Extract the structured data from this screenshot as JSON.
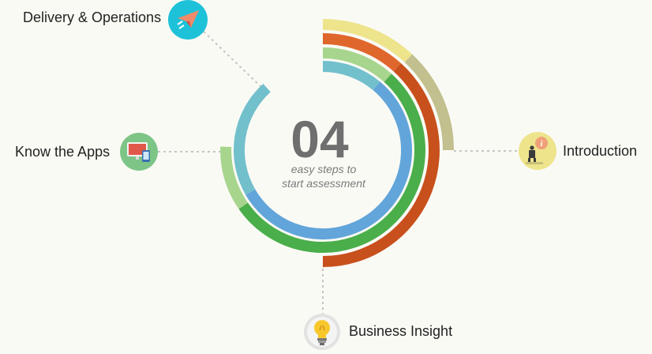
{
  "center": {
    "number": "04",
    "line1": "easy steps to",
    "line2": "start assessment"
  },
  "steps": [
    {
      "label": "Introduction",
      "icon": "info-person-icon"
    },
    {
      "label": "Know the Apps",
      "icon": "devices-icon"
    },
    {
      "label": "Delivery & Operations",
      "icon": "paper-plane-icon"
    },
    {
      "label": "Business Insight",
      "icon": "lightbulb-icon"
    }
  ],
  "colors": {
    "background": "#fafaf5",
    "yellow_light": "#ede48c",
    "olive": "#c1c08e",
    "orange_light": "#e0672c",
    "orange_dark": "#c8501c",
    "green_light": "#a8d58d",
    "green": "#4aae4a",
    "teal": "#72c0cc",
    "blue": "#62a5da",
    "connector": "#bfbfbf"
  }
}
